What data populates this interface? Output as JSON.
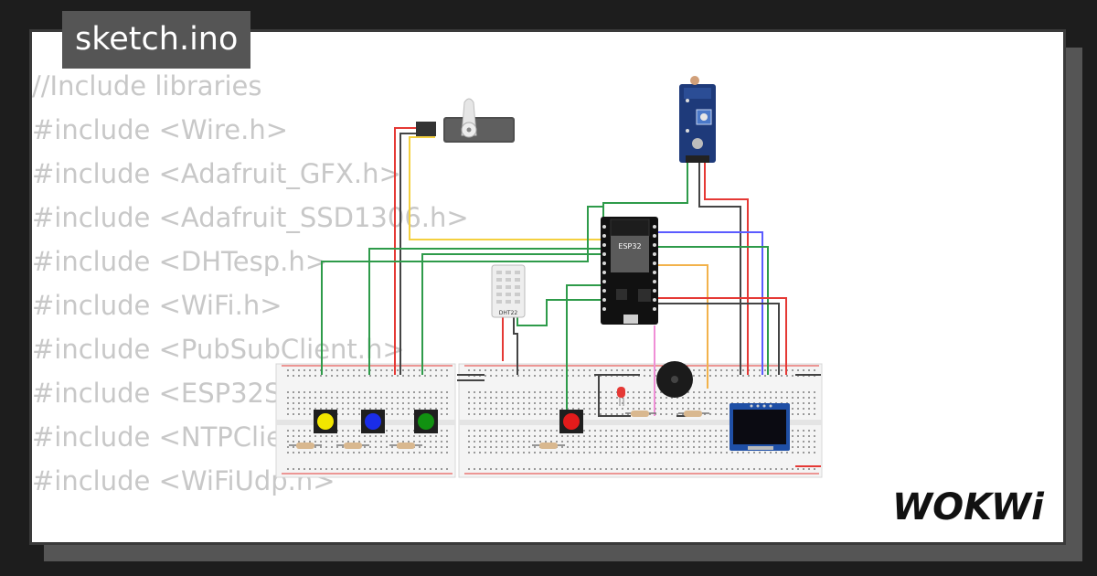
{
  "file": {
    "name": "sketch.ino"
  },
  "code_lines": [
    "//Include libraries",
    "#include <Wire.h>",
    "#include <Adafruit_GFX.h>",
    "#include <Adafruit_SSD1306.h>",
    "#include <DHTesp.h>",
    "#include <WiFi.h>",
    "#include <PubSubClient.h>",
    "#include <ESP32Servo.h>",
    "#include <NTPClient.h>",
    "#include <WiFiUdp.h>"
  ],
  "components": {
    "mcu_label": "ESP32",
    "sensor_label": "DHT22",
    "button_colors": [
      "#f2e600",
      "#1a2de8",
      "#119111",
      "#e31b1b"
    ]
  },
  "brand": {
    "logo_text": "WOKWi"
  },
  "colors": {
    "background": "#1d1d1d",
    "card": "#ffffff",
    "tab": "#555555",
    "code_text": "#c8c8c8",
    "wire_red": "#e53935",
    "wire_black": "#444444",
    "wire_green": "#2e9b4a",
    "wire_yellow": "#f4d03f",
    "wire_blue": "#5b5bff",
    "wire_orange": "#f2b24b",
    "wire_pink": "#ef8fd6"
  }
}
